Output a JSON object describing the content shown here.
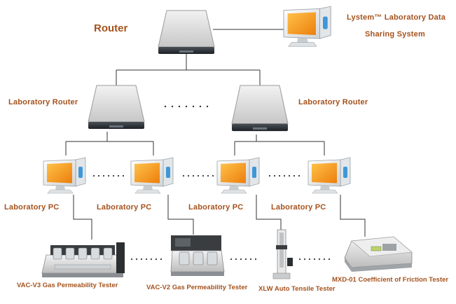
{
  "labels": {
    "router": "Router",
    "data_system_line1": "Lystem™ Laboratory Data",
    "data_system_line2": "Sharing System",
    "lab_router_left": "Laboratory  Router",
    "lab_router_right": "Laboratory  Router",
    "pc1": "Laboratory  PC",
    "pc2": "Laboratory  PC",
    "pc3": "Laboratory  PC",
    "pc4": "Laboratory  PC",
    "tester1": "VAC-V3 Gas Permeability Tester",
    "tester2": "VAC-V2 Gas Permeability Tester",
    "tester3": "XLW Auto Tensile Tester",
    "tester4": "MXD-01 Coefficient of Friction Tester"
  },
  "colors": {
    "label": "#a5521c",
    "line": "#333333",
    "monitor_screen": "#f59c1a",
    "monitor_side": "#4aa3e0",
    "router_body": "#d8d8d8",
    "router_base": "#2e3338"
  },
  "icons": {
    "router": "router-icon",
    "pc": "computer-monitor-icon"
  }
}
